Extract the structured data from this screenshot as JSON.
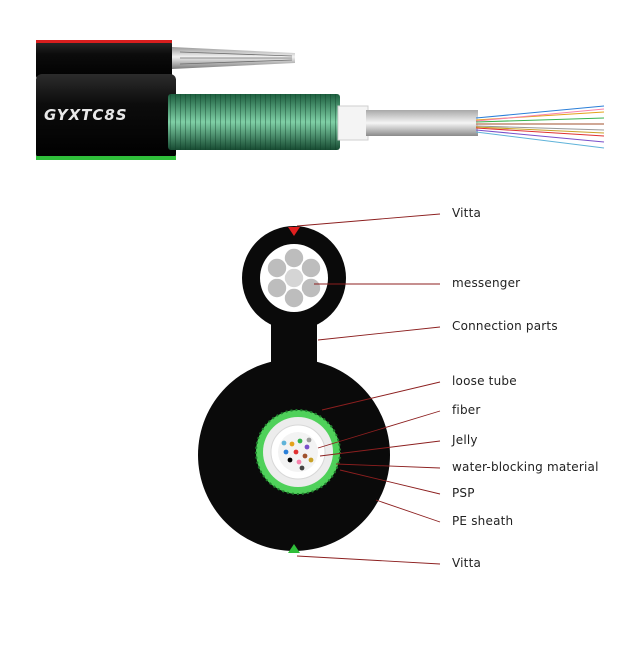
{
  "product": {
    "model_text": "GYXTC8S"
  },
  "labels": [
    {
      "id": "vitta-top",
      "text": "Vitta"
    },
    {
      "id": "messenger",
      "text": "messenger"
    },
    {
      "id": "connection",
      "text": "Connection parts"
    },
    {
      "id": "loose-tube",
      "text": "loose tube"
    },
    {
      "id": "fiber",
      "text": "fiber"
    },
    {
      "id": "jelly",
      "text": "Jelly"
    },
    {
      "id": "water-blocking",
      "text": "water-blocking material"
    },
    {
      "id": "psp",
      "text": "PSP"
    },
    {
      "id": "pe-sheath",
      "text": "PE sheath"
    },
    {
      "id": "vitta-bottom",
      "text": "Vitta"
    }
  ],
  "colors": {
    "sheath": "#0a0a0a",
    "vitta_top": "#d81e1e",
    "vitta_bottom": "#2fbf3a",
    "armor": "#3aa36a",
    "leader_line": "#8c1f1f"
  }
}
